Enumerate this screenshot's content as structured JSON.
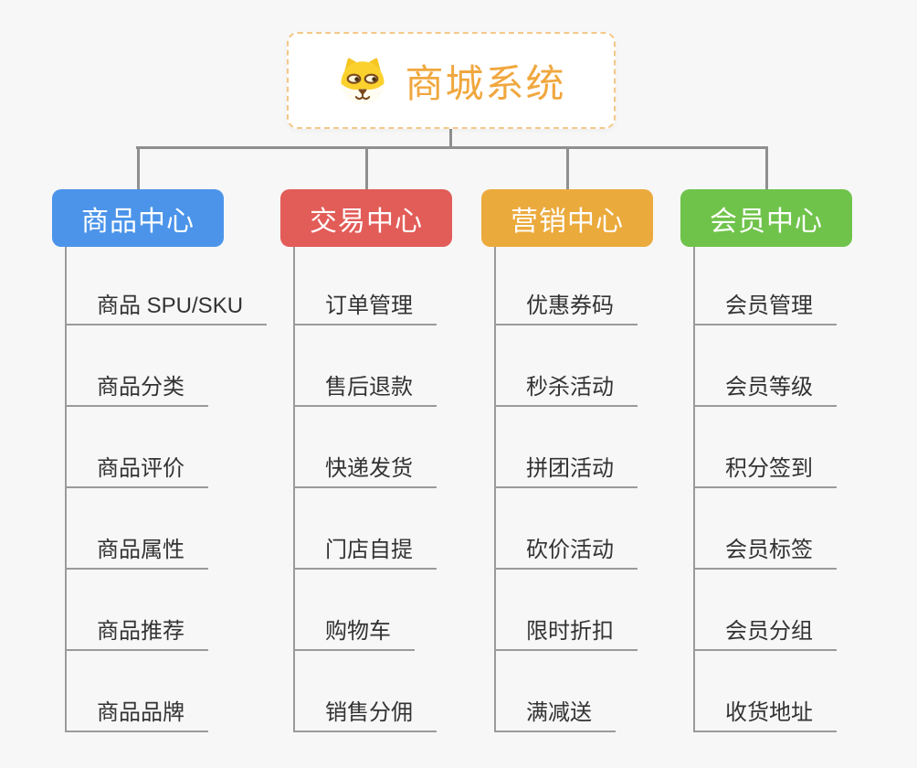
{
  "style": {
    "background": "#f7f7f7",
    "connector_color": "#8f8f8f",
    "child_line_color": "#9a9a9a",
    "item_text_color": "#333333",
    "root_border_color": "#f3c888",
    "root_title_color": "#f0a73e"
  },
  "root": {
    "title": "商城系统",
    "icon": "dog-face-icon"
  },
  "branches": [
    {
      "label": "商品中心",
      "color": "#4b94ea",
      "children": [
        "商品 SPU/SKU",
        "商品分类",
        "商品评价",
        "商品属性",
        "商品推荐",
        "商品品牌"
      ]
    },
    {
      "label": "交易中心",
      "color": "#e25c58",
      "children": [
        "订单管理",
        "售后退款",
        "快递发货",
        "门店自提",
        "购物车",
        "销售分佣"
      ]
    },
    {
      "label": "营销中心",
      "color": "#ebaa3c",
      "children": [
        "优惠券码",
        "秒杀活动",
        "拼团活动",
        "砍价活动",
        "限时折扣",
        "满减送"
      ]
    },
    {
      "label": "会员中心",
      "color": "#6fc34a",
      "children": [
        "会员管理",
        "会员等级",
        "积分签到",
        "会员标签",
        "会员分组",
        "收货地址"
      ]
    }
  ]
}
